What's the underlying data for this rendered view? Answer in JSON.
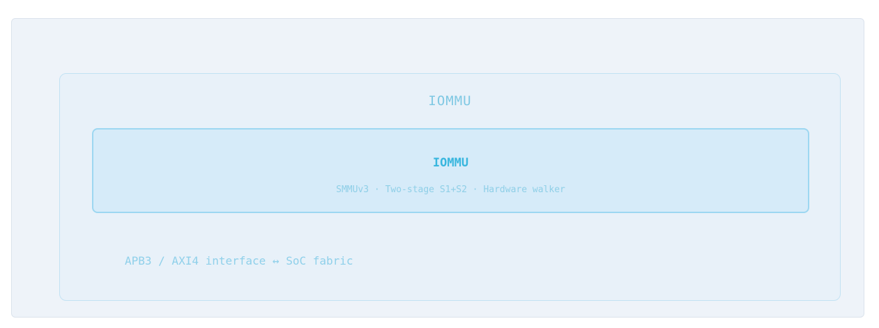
{
  "group": {
    "title": "IOMMU"
  },
  "block": {
    "title": "IOMMU",
    "subtitle": "SMMUv3 · Two-stage S1+S2 · Hardware walker"
  },
  "interface": {
    "label": "APB3 / AXI4 interface ↔ SoC fabric"
  },
  "colors": {
    "panel_background": "#eef3f9",
    "group_border": "#c2e2f3",
    "block_fill": "#d6ebf9",
    "block_border": "#9dd7f1",
    "accent_text": "#38b6de",
    "muted_text": "#8fcfe7"
  }
}
